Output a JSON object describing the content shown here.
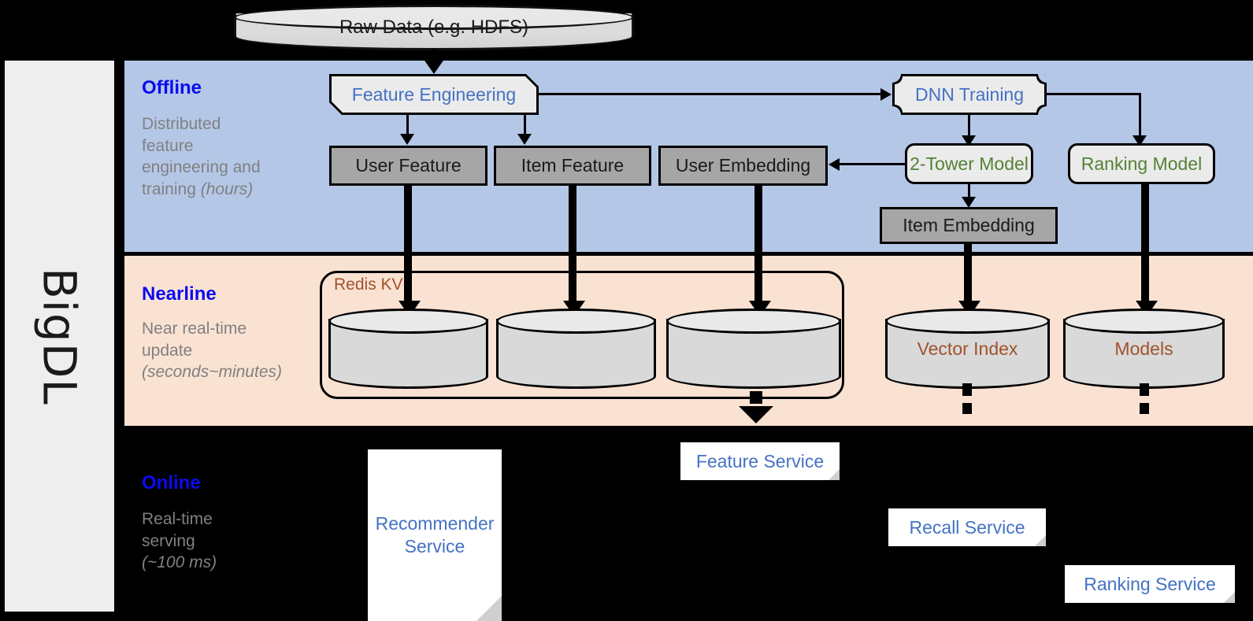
{
  "framework": {
    "name": "BigDL"
  },
  "source": {
    "label": "Raw Data (e.g. HDFS)"
  },
  "bands": [
    {
      "id": "offline",
      "title": "Offline",
      "subtitle": "Distributed feature engineering and ",
      "subtitle_em": "(hours)"
    },
    {
      "id": "nearline",
      "title": "Nearline",
      "subtitle": "Near real-time update ",
      "subtitle_em": "(seconds~minutes)"
    },
    {
      "id": "online",
      "title": "Online",
      "subtitle": "Real-time serving ",
      "subtitle_em": "(~100 ms)"
    }
  ],
  "offline": {
    "title": "Offline",
    "sub_line1": "Distributed",
    "sub_line2": "feature",
    "sub_line3": "engineering and",
    "sub_line4": "training ",
    "sub_em": "(hours)",
    "feature_engineering": "Feature Engineering",
    "dnn_training": "DNN Training",
    "user_feature": "User Feature",
    "item_feature": "Item Feature",
    "user_embedding": "User Embedding",
    "two_tower_model": "2-Tower Model",
    "ranking_model": "Ranking Model",
    "item_embedding": "Item Embedding"
  },
  "nearline": {
    "title": "Nearline",
    "sub_line1": "Near real-time",
    "sub_line2": "update",
    "sub_em": "(seconds~minutes)",
    "redis_kv": "Redis KV",
    "store_user_feature": "",
    "store_item_feature": "",
    "store_user_embedding": "",
    "vector_index": "Vector Index",
    "models": "Models"
  },
  "online": {
    "title": "Online",
    "sub_line1": "Real-time",
    "sub_line2": "serving",
    "sub_em": "(~100 ms)",
    "recommender_service": "Recommender Service",
    "feature_service": "Feature Service",
    "recall_service": "Recall Service",
    "ranking_service": "Ranking Service"
  },
  "colors": {
    "offline_band": "#b4c7e7",
    "nearline_band": "#fae2d3",
    "online_band": "#000000",
    "rail": "#eeeeee",
    "band_title": "#0b0bf0",
    "band_subtitle": "#808080",
    "process_text": "#4472c4",
    "model_text": "#548235",
    "store_text": "#a0522d",
    "data_box_fill": "#a6a6a6",
    "process_box_fill": "#ebebeb"
  }
}
